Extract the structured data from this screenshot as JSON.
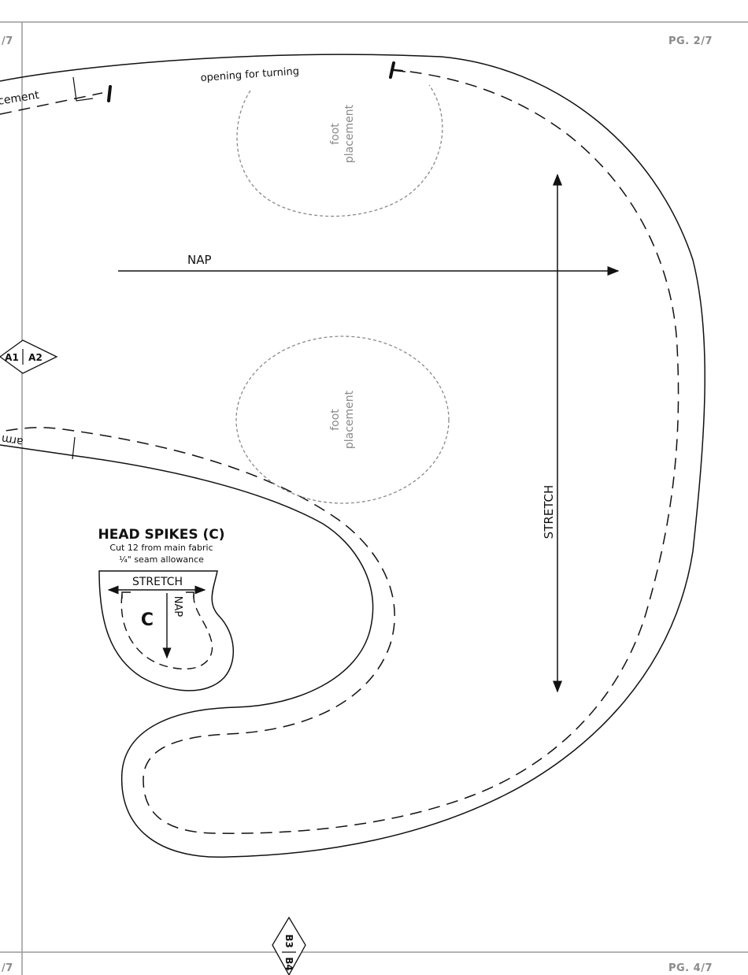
{
  "page_labels": {
    "top_left": "/7",
    "top_right": "PG. 2/7",
    "bottom_left": "/7",
    "bottom_right": "PG. 4/7"
  },
  "markers": {
    "left_diamond": [
      "A1",
      "A2"
    ],
    "bottom_diamond": [
      "B3",
      "B4"
    ]
  },
  "main_piece": {
    "opening_label": "opening for turning",
    "placement_top_left": "cement",
    "arm_placement_partial": "arm pl",
    "foot_labels": [
      [
        "foot",
        "placement"
      ],
      [
        "foot",
        "placement"
      ]
    ],
    "grain_horizontal": "NAP",
    "grain_vertical": "STRETCH"
  },
  "head_spikes": {
    "title": "HEAD SPIKES (C)",
    "cut_line": "Cut 12 from main fabric",
    "seam_line": "¼\" seam allowance",
    "stretch_label": "STRETCH",
    "piece_letter": "C",
    "nap_label": "NAP"
  },
  "colors": {
    "line": "#111111",
    "sheet_border": "#9a9a9a",
    "placement_circle": "#8a8a8a"
  }
}
